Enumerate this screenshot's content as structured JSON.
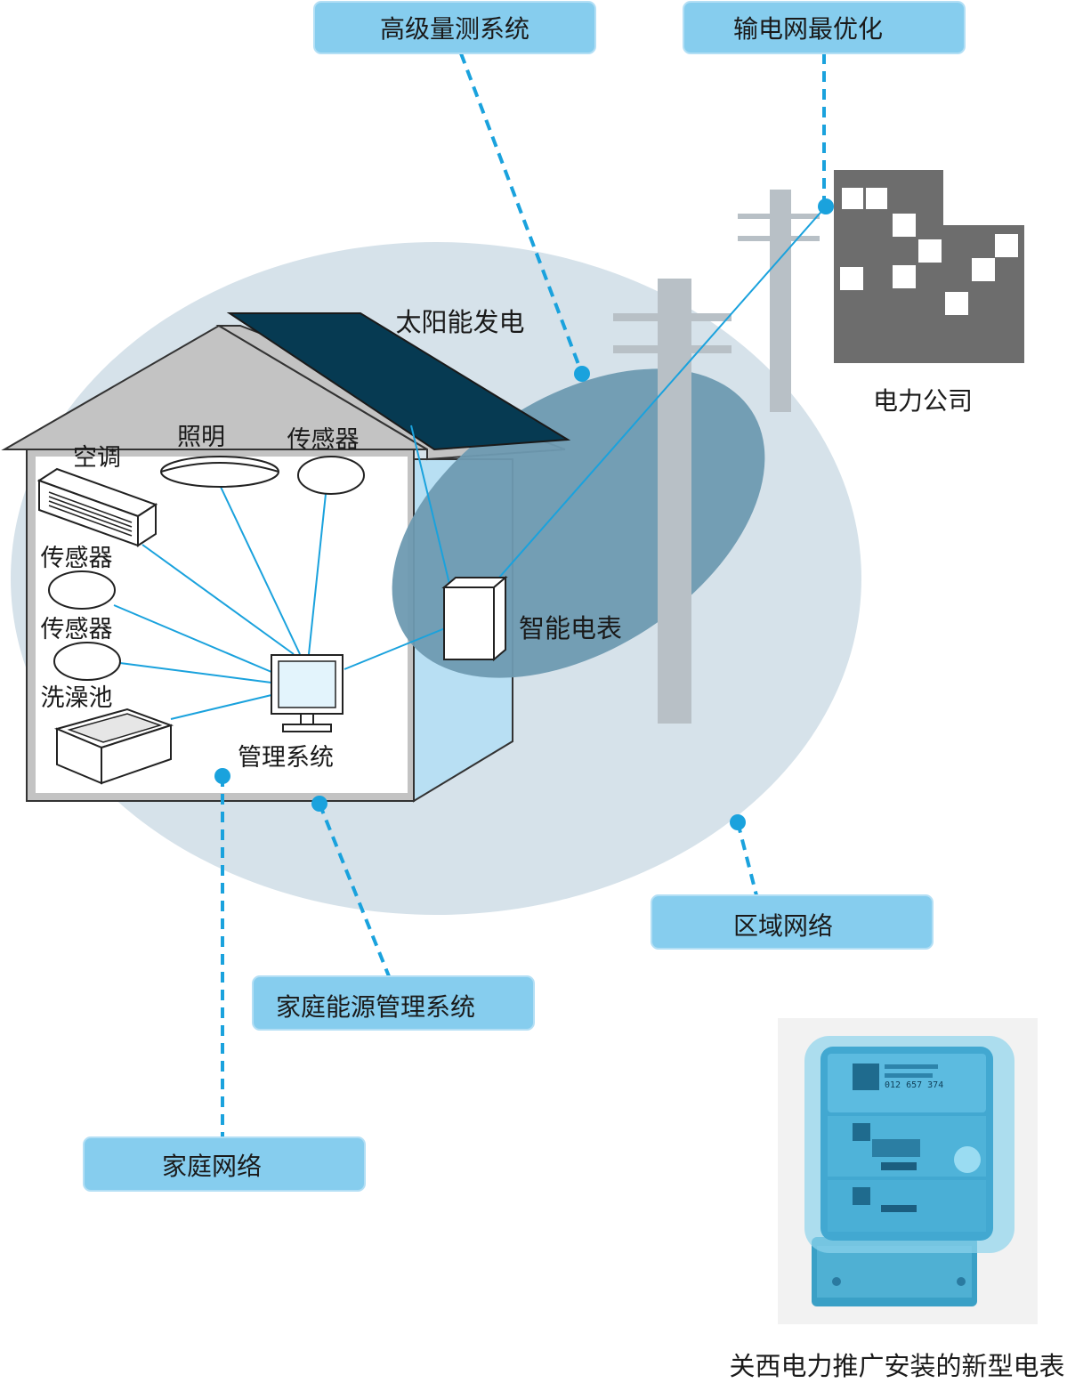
{
  "colors": {
    "region_ellipse": "#d6e2ea",
    "meter_ellipse": "#6e9ab1",
    "home_ellipse": "#a9c3d2",
    "label_box": "#86cdee",
    "connector": "#1aa2dd",
    "house_gray": "#c3c3c3",
    "solar_panel": "#063a52",
    "pole": "#b8c0c6",
    "building": "#6d6d6d"
  },
  "callouts": {
    "ami": "高级量测系统",
    "grid_opt": "输电网最优化",
    "regional_network": "区域网络",
    "hems": "家庭能源管理系统",
    "home_network": "家庭网络"
  },
  "labels": {
    "solar": "太阳能发电",
    "power_company": "电力公司",
    "smart_meter": "智能电表",
    "lighting": "照明",
    "sensor_top": "传感器",
    "aircon": "空调",
    "sensor_mid": "传感器",
    "sensor_low": "传感器",
    "sink": "洗澡池",
    "management": "管理系统"
  },
  "photo": {
    "icon": "electric-meter-photo",
    "readout_number": "012 657 374",
    "caption": "关西电力推广安装的新型电表"
  }
}
